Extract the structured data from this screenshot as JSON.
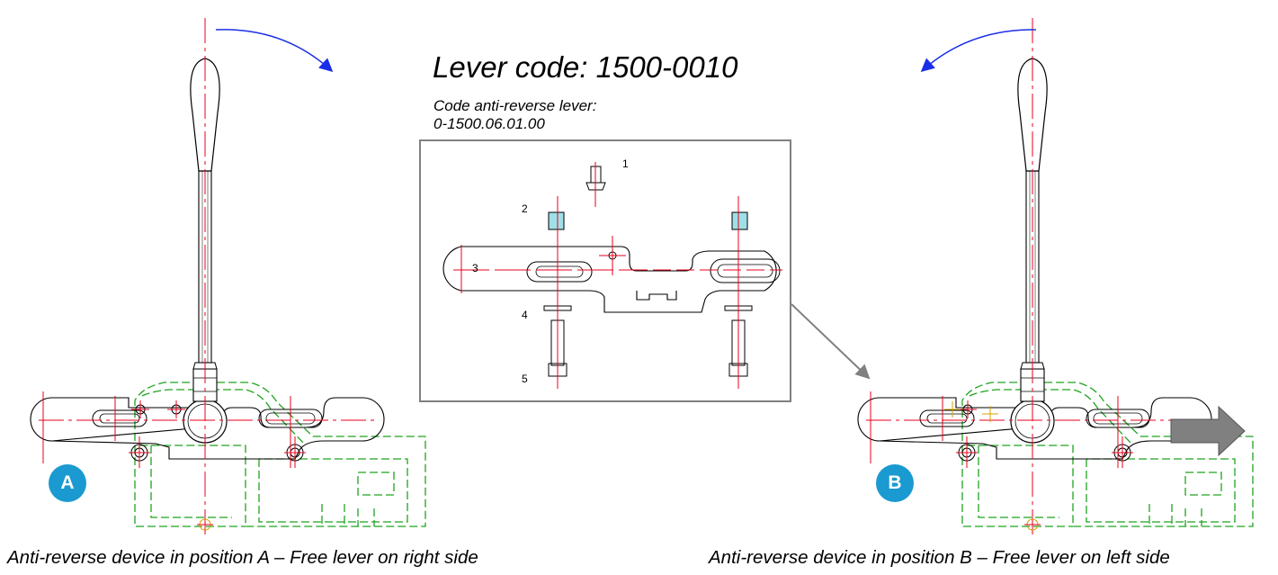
{
  "title": "Lever code: 1500-0010",
  "subtitle_line1": "Code   anti-reverse lever:",
  "subtitle_line2": " 0-1500.06.01.00",
  "position_a": {
    "badge": "A",
    "caption": "Anti-reverse device in position A – Free lever on right side"
  },
  "position_b": {
    "badge": "B",
    "caption": "Anti-reverse device in position B – Free lever on left side"
  },
  "detail_parts": [
    "1",
    "2",
    "3",
    "4",
    "5"
  ],
  "colors": {
    "centerline": "#e8001c",
    "body_outline": "#000000",
    "hidden_outline": "#1fa31f",
    "rotation_arrow": "#1a2ee8",
    "direction_arrow": "#808080",
    "badge": "#1a9ad0",
    "bushing_fill": "#9fe0e8"
  }
}
